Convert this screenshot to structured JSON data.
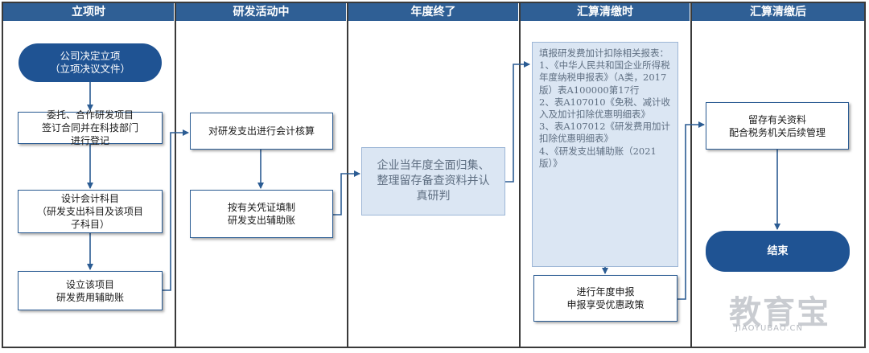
{
  "columns": [
    "立项时",
    "研发活动中",
    "年度终了",
    "汇算清缴时",
    "汇算清缴后"
  ],
  "nodes": {
    "decision": "公司决定立项\n（立项决议文件）",
    "register": "委托、合作研发项目\n签订合同并在科技部门\n进行登记",
    "subject": "设计会计科目\n（研发支出科目及该项目\n子科目）",
    "ledger_set": "设立该项目\n研发费用辅助账",
    "accounting": "对研发支出进行会计核算",
    "voucher": "按有关凭证填制\n研发支出辅助账",
    "review": "企业当年度全面归集、整理留存备查资料并认真研判",
    "report_list": "填报研发费加计扣除相关报表：\n1、《中华人民共和国企业所得税年度纳税申报表》（A类，2017版）表A100000第17行\n2、表A107010《免税、减计收入及加计扣除优惠明细表》\n3、表A107012《研发费用加计扣除优惠明细表》\n4、《研发支出辅助账（2021版）》",
    "declare": "进行年度申报\n申报享受优惠政策",
    "archive": "留存有关资料\n配合税务机关后续管理",
    "end": "结束"
  },
  "watermark": {
    "brand": "教育宝",
    "domain": "JIAOYUBAO.CN"
  },
  "colors": {
    "header": "#2f5f95",
    "pill": "#1f5393",
    "box_border": "#2b5c93",
    "light_fill": "#dbe6f3",
    "arrow": "#2b5c93"
  }
}
